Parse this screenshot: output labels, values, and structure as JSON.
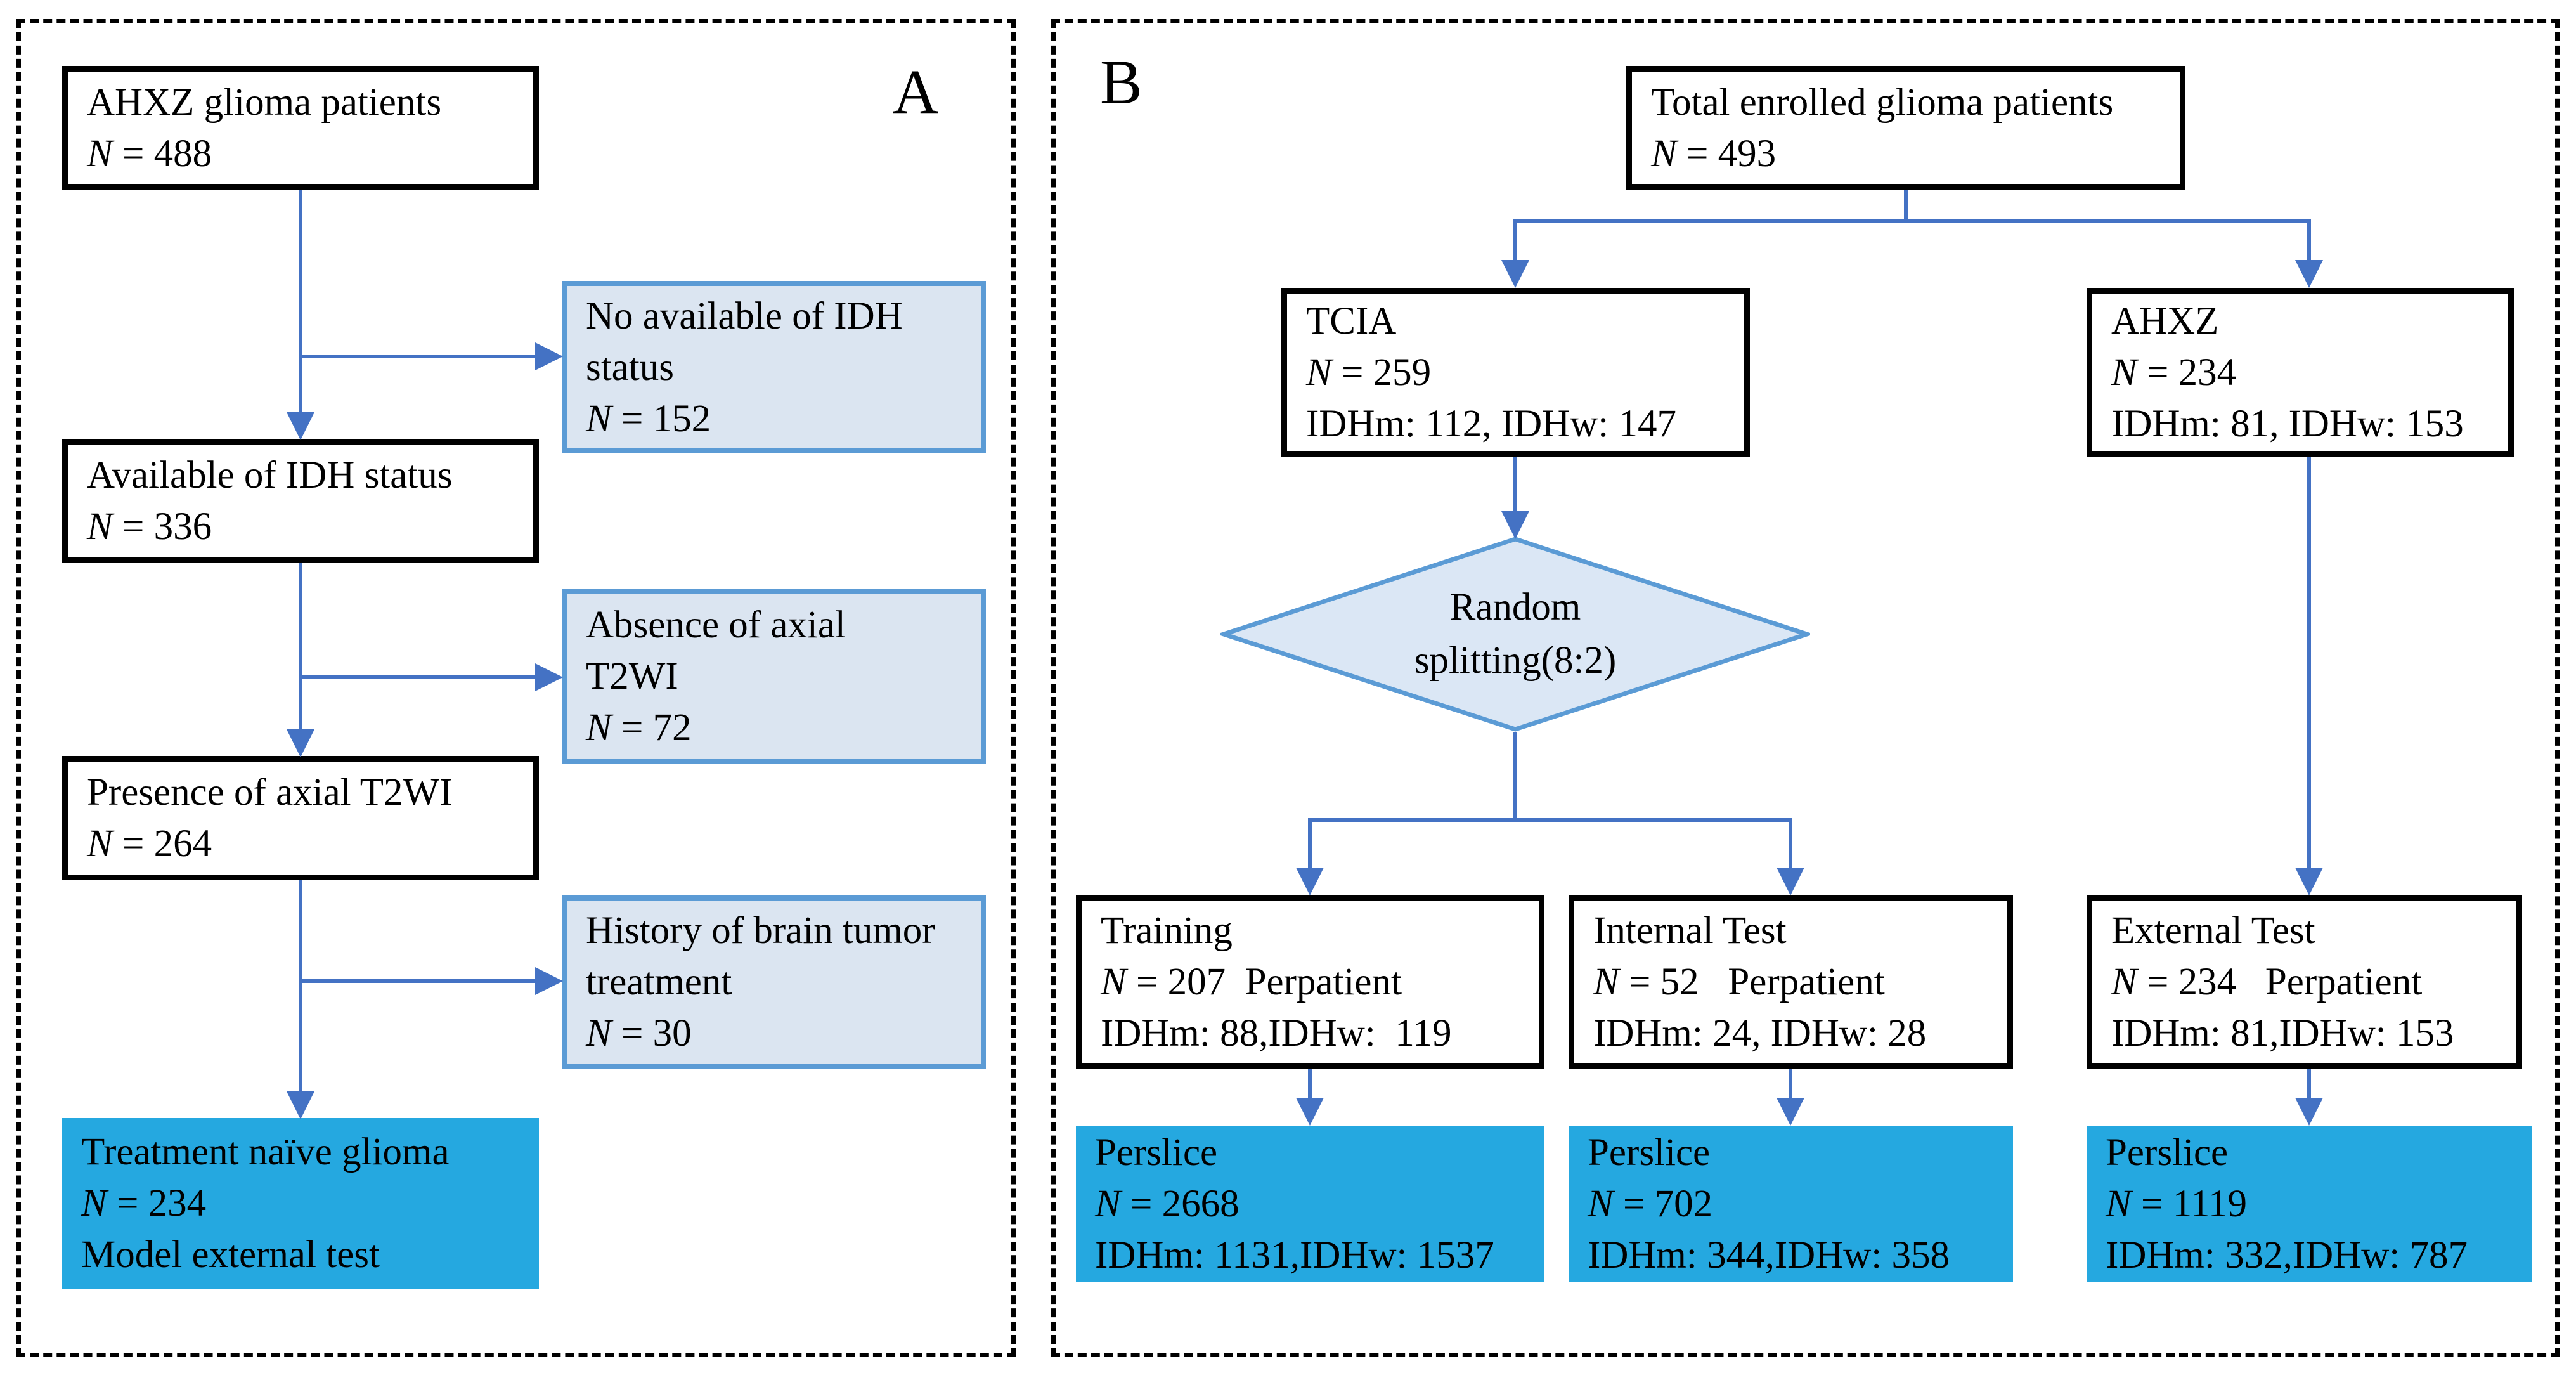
{
  "colors": {
    "arrow-blue": "#4472c4",
    "blue-box-border": "#5b9bd5",
    "blue-box-fill": "#dbe5f1",
    "diamond-border": "#5b9bd5",
    "diamond-fill": "#dbe7f5",
    "cyan-fill": "#25a8e0",
    "box-border-black": "#000000"
  },
  "panel_a": {
    "label": "A",
    "boxes": {
      "ahxz_patients": {
        "lines": [
          "AHXZ glioma patients",
          "N = 488"
        ]
      },
      "no_idh": {
        "lines": [
          "No available of IDH",
          "status",
          "N = 152"
        ]
      },
      "avail_idh": {
        "lines": [
          "Available of IDH status",
          "N = 336"
        ]
      },
      "absence_t2wi": {
        "lines": [
          "Absence of axial",
          "T2WI",
          "N = 72"
        ]
      },
      "presence_t2wi": {
        "lines": [
          "Presence of axial T2WI",
          "N = 264"
        ]
      },
      "history_treatment": {
        "lines": [
          "History of brain tumor",
          "treatment",
          "N = 30"
        ]
      },
      "treatment_naive": {
        "lines": [
          "Treatment naïve glioma",
          "N = 234",
          "Model external test"
        ]
      }
    }
  },
  "panel_b": {
    "label": "B",
    "boxes": {
      "total_enrolled": {
        "lines": [
          "Total enrolled glioma patients",
          "N = 493"
        ]
      },
      "tcia": {
        "lines": [
          "TCIA",
          "N = 259",
          "IDHm: 112, IDHw: 147"
        ]
      },
      "ahxz": {
        "lines": [
          "AHXZ",
          "N = 234",
          "IDHm: 81, IDHw: 153"
        ]
      },
      "random_splitting": {
        "lines": [
          "Random",
          "splitting(8:2)"
        ]
      },
      "training": {
        "lines": [
          "Training",
          "N = 207  Perpatient",
          "IDHm: 88,IDHw:  119"
        ]
      },
      "internal_test": {
        "lines": [
          "Internal Test",
          "N = 52   Perpatient",
          "IDHm: 24, IDHw: 28"
        ]
      },
      "external_test": {
        "lines": [
          "External Test",
          "N = 234   Perpatient",
          "IDHm: 81,IDHw: 153"
        ]
      },
      "perslice_training": {
        "lines": [
          "Perslice",
          "N = 2668",
          "IDHm: 1131,IDHw: 1537"
        ]
      },
      "perslice_internal": {
        "lines": [
          "Perslice",
          "N = 702",
          "IDHm: 344,IDHw: 358"
        ]
      },
      "perslice_external": {
        "lines": [
          "Perslice",
          "N = 1119",
          "IDHm: 332,IDHw: 787"
        ]
      }
    }
  }
}
